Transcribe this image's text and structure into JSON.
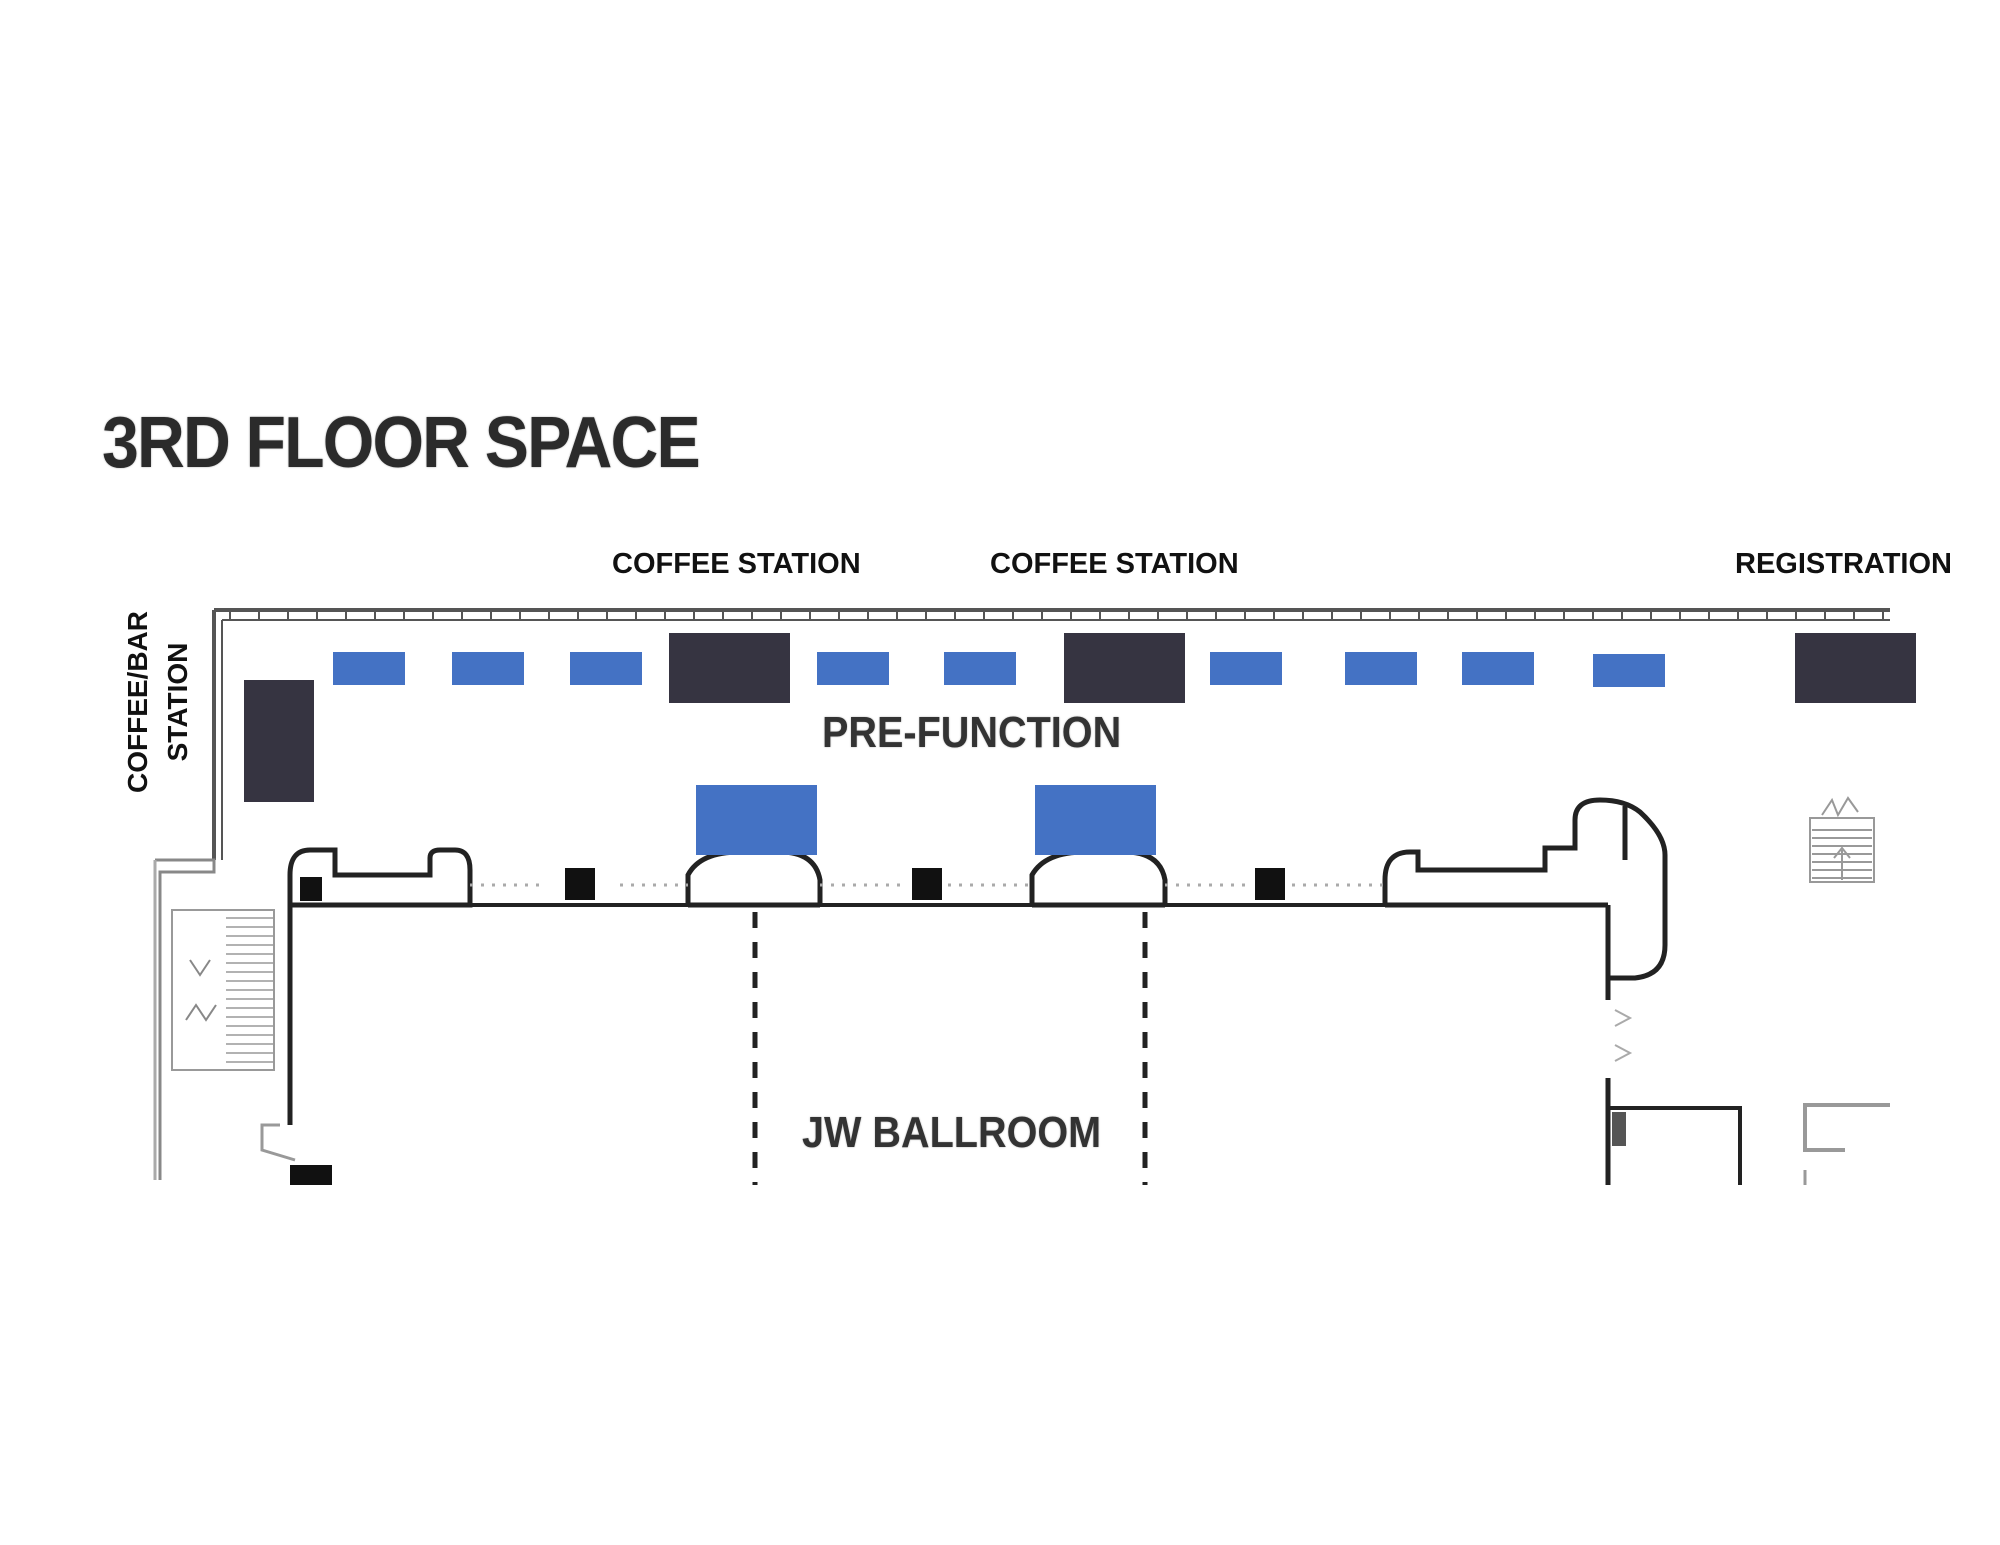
{
  "map": {
    "title": "3RD FLOOR SPACE",
    "labels": {
      "coffee_station_1": "COFFEE STATION",
      "coffee_station_2": "COFFEE STATION",
      "registration": "REGISTRATION",
      "coffee_bar_line1": "COFFEE/BAR",
      "coffee_bar_line2": "STATION",
      "prefunction": "PRE-FUNCTION",
      "ballroom": "JW BALLROOM"
    },
    "colors": {
      "table_blue": "#4472c4",
      "station_dark": "#363441",
      "wall": "#222222",
      "wall_light": "#9a9a9a",
      "text": "#111111"
    },
    "icons": [
      "stairs-icon",
      "elevator-icon",
      "column-icon"
    ]
  }
}
